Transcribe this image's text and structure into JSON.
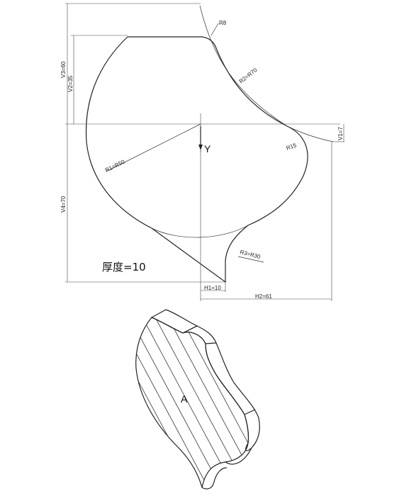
{
  "drawing": {
    "labels": {
      "r8": "R8",
      "r2": "R2=R70",
      "r15": "R15",
      "r1": "R1=R50",
      "r3": "R3=R30",
      "v1": "V1=7",
      "v2": "V2=35",
      "v3": "V3=60",
      "v4": "V4=70",
      "h1": "H1=10",
      "h2": "H2=61",
      "y": "Y",
      "thickness": "厚度=10",
      "part": "A"
    }
  }
}
